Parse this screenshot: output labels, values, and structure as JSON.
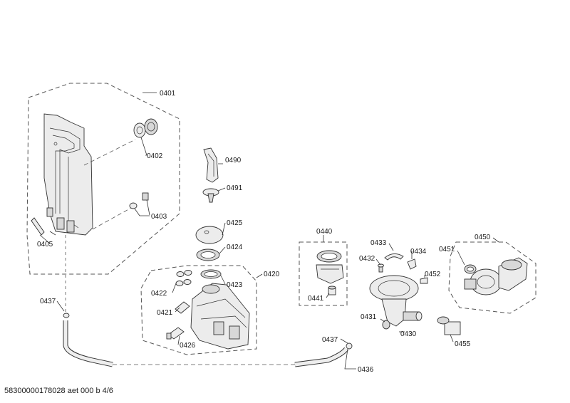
{
  "document_id": "58300000178028 aet 000 b 4/6",
  "part_labels": {
    "p0401": "0401",
    "p0402": "0402",
    "p0403": "0403",
    "p0405": "0405",
    "p0490": "0490",
    "p0491": "0491",
    "p0425": "0425",
    "p0424": "0424",
    "p0420": "0420",
    "p0422": "0422",
    "p0423": "0423",
    "p0421": "0421",
    "p0426": "0426",
    "p0437a": "0437",
    "p0437b": "0437",
    "p0436": "0436",
    "p0440": "0440",
    "p0441": "0441",
    "p0433": "0433",
    "p0432": "0432",
    "p0434": "0434",
    "p0452": "0452",
    "p0431": "0431",
    "p0430": "0430",
    "p0450": "0450",
    "p0451": "0451",
    "p0455": "0455"
  }
}
